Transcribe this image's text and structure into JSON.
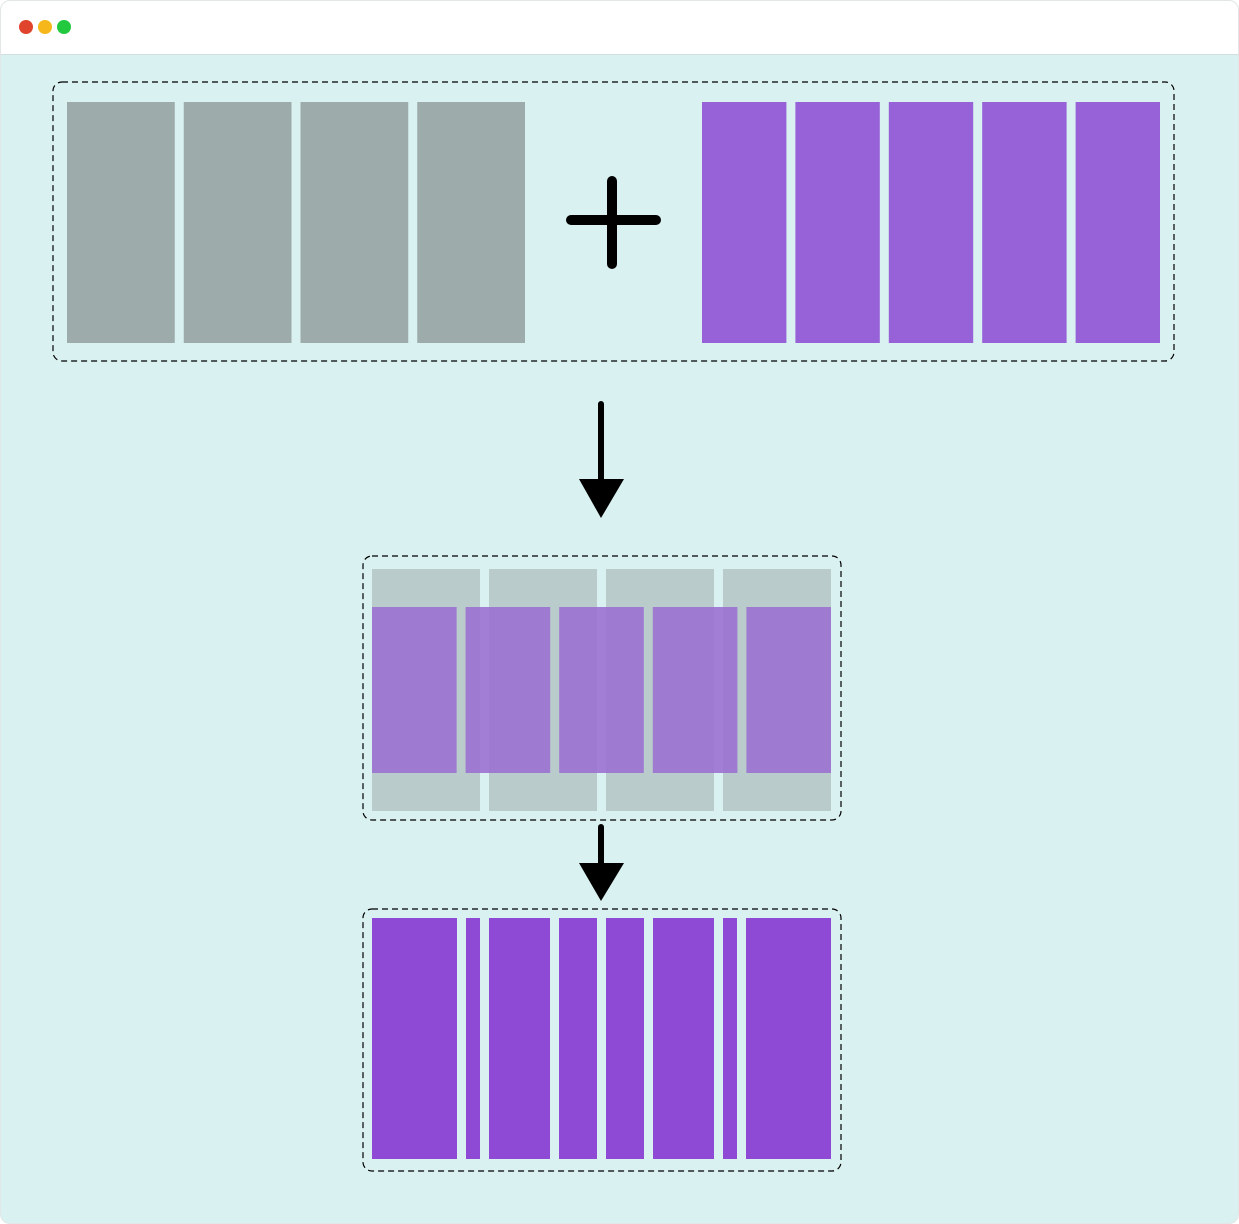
{
  "window": {
    "controls": [
      {
        "name": "close",
        "color": "#e0442c"
      },
      {
        "name": "minimize",
        "color": "#f5b71a"
      },
      {
        "name": "maximize",
        "color": "#22c93f"
      }
    ]
  },
  "colors": {
    "background": "#d9f1f0",
    "gray_column": "#9eabab",
    "purple_column": "#9762d8",
    "gray_faded": "#b9cbca",
    "purple_overlay": "#9b72d2",
    "result_column": "#8e4ad5",
    "ink": "#000000"
  },
  "diagram": {
    "operator_symbol": "plus",
    "input_a": {
      "column_count": 4
    },
    "input_b": {
      "column_count": 5
    },
    "overlay": {
      "grid_a_columns": 4,
      "grid_b_columns": 5
    },
    "result": {
      "column_count": 8
    }
  }
}
